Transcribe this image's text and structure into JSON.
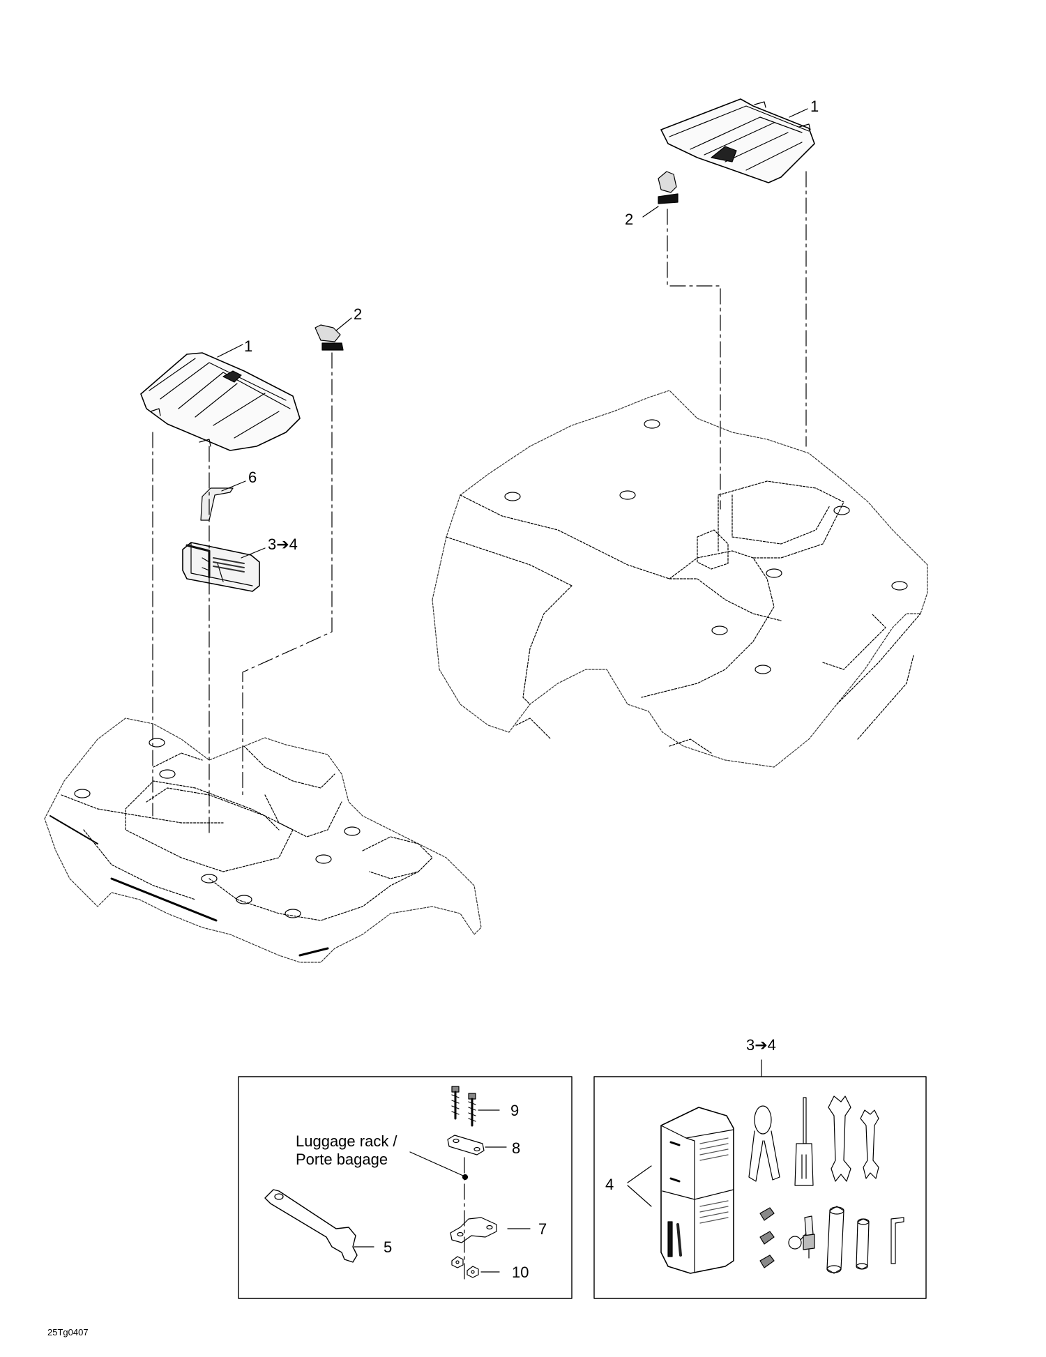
{
  "diagram": {
    "drawing_code": "25Tg0407",
    "callouts": {
      "left_cover": "1",
      "left_clip": "2",
      "left_strap": "6",
      "left_toolkit": "3➔4",
      "right_cover": "1",
      "right_clip": "2",
      "toolkit_box_header": "3➔4",
      "toolkit_case": "4",
      "rack_screws": "9",
      "rack_plate": "8",
      "rack_bracket": "7",
      "rack_nuts": "10",
      "rack_wrench": "5"
    },
    "luggage_note": {
      "line1": "Luggage rack /",
      "line2": "Porte bagage"
    }
  }
}
